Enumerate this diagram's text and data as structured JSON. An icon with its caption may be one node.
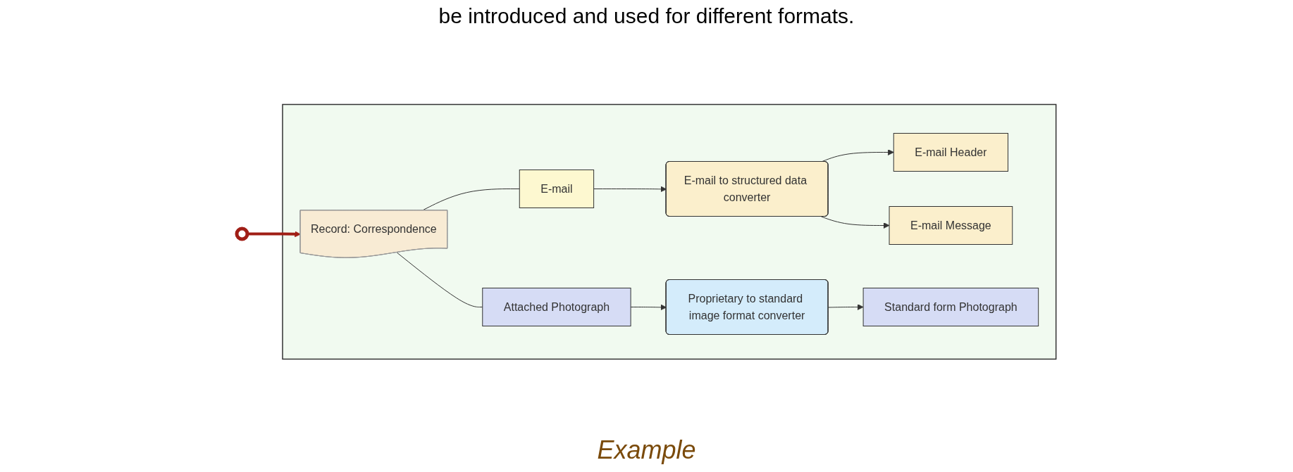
{
  "diagram": {
    "caption": "Example",
    "nodes": [
      {
        "text": [],
        "shape": "box"
      },
      {
        "text": [
          "Record: Correspondence"
        ],
        "in": 0
      },
      {
        "text": [
          "E-mail"
        ],
        "in": 0
      },
      {
        "text": [
          "E-mail to structured data converter"
        ],
        "in": 0
      },
      {
        "text": [
          "E-mail Header"
        ],
        "in": 0
      },
      {
        "text": [
          "E-mail Message"
        ],
        "in": 0
      },
      {
        "text": [
          "Attached Photograph"
        ],
        "in": 0
      },
      {
        "text": [
          "Proprietary to standard image format converter"
        ],
        "in": 0
      },
      {
        "text": [
          "Standard form Photograph"
        ],
        "in": 0
      },
      {
        "text": [],
        "shape": "circle"
      }
    ],
    "edges": [
      {
        "from": 1,
        "to": 2,
        "arrow": "none"
      },
      {
        "from": 1,
        "to": 6,
        "arrow": "none"
      },
      {
        "from": 2,
        "to": 3,
        "arrow": "to"
      },
      {
        "from": 3,
        "to": 4,
        "arrow": "to"
      },
      {
        "from": 3,
        "to": 5,
        "arrow": "to"
      },
      {
        "from": 6,
        "to": 7,
        "arrow": "to"
      },
      {
        "from": 7,
        "to": 8,
        "arrow": "to"
      },
      {
        "from": 9,
        "to": 1,
        "arrow": "to",
        "style": "thick",
        "color": "#a01e16"
      }
    ],
    "labels": [
      "be introduced and used for different formats."
    ]
  }
}
